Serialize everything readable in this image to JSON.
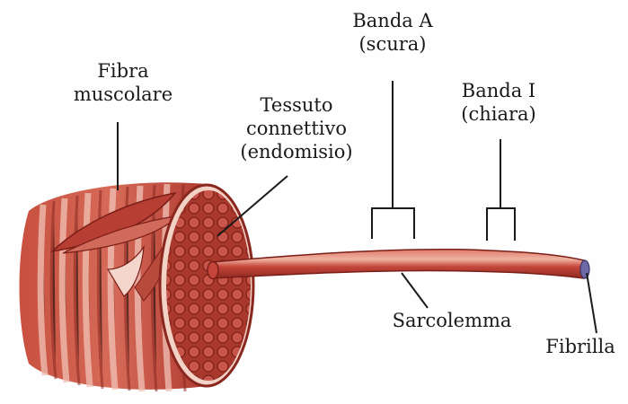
{
  "labels": {
    "fibra_muscolare": [
      "Fibra",
      "muscolare"
    ],
    "tessuto_connettivo": [
      "Tessuto",
      "connettivo",
      "(endomisio)"
    ],
    "banda_a": [
      "Banda A",
      "(scura)"
    ],
    "banda_i": [
      "Banda I",
      "(chiara)"
    ],
    "sarcolemma": "Sarcolemma",
    "fibrilla": "Fibrilla"
  },
  "colors": {
    "muscle_dark": "#9a2a22",
    "muscle_mid": "#c4463a",
    "muscle_light": "#e8a090",
    "stripe_pale": "#f2c8bc",
    "line": "#1a1a1a"
  }
}
